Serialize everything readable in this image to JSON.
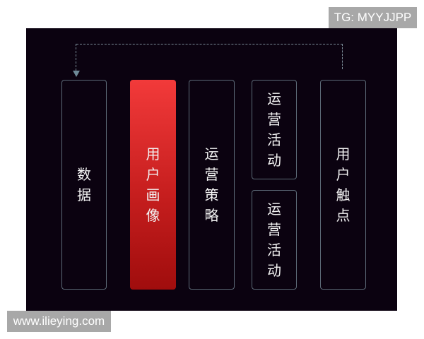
{
  "watermarks": {
    "top_right": "TG: MYYJJPP",
    "bottom_left": "www.ilieying.com"
  },
  "diagram": {
    "background_color": "#0b0210",
    "border_color": "#5d6b78",
    "highlight_color_top": "#f23a3a",
    "highlight_color_bottom": "#a00d0d",
    "nodes": [
      {
        "id": "data",
        "label": "数据",
        "highlighted": false
      },
      {
        "id": "user-profile",
        "label": "用户画像",
        "highlighted": true
      },
      {
        "id": "ops-strategy",
        "label": "运营策略",
        "highlighted": false
      },
      {
        "id": "ops-activity-1",
        "label": "运营活动",
        "highlighted": false
      },
      {
        "id": "ops-activity-2",
        "label": "运营活动",
        "highlighted": false
      },
      {
        "id": "user-touchpoint",
        "label": "用户触点",
        "highlighted": false
      }
    ],
    "edges": [
      {
        "from": "user-touchpoint",
        "to": "data",
        "style": "dashed",
        "direction": "feedback-loop"
      }
    ]
  }
}
